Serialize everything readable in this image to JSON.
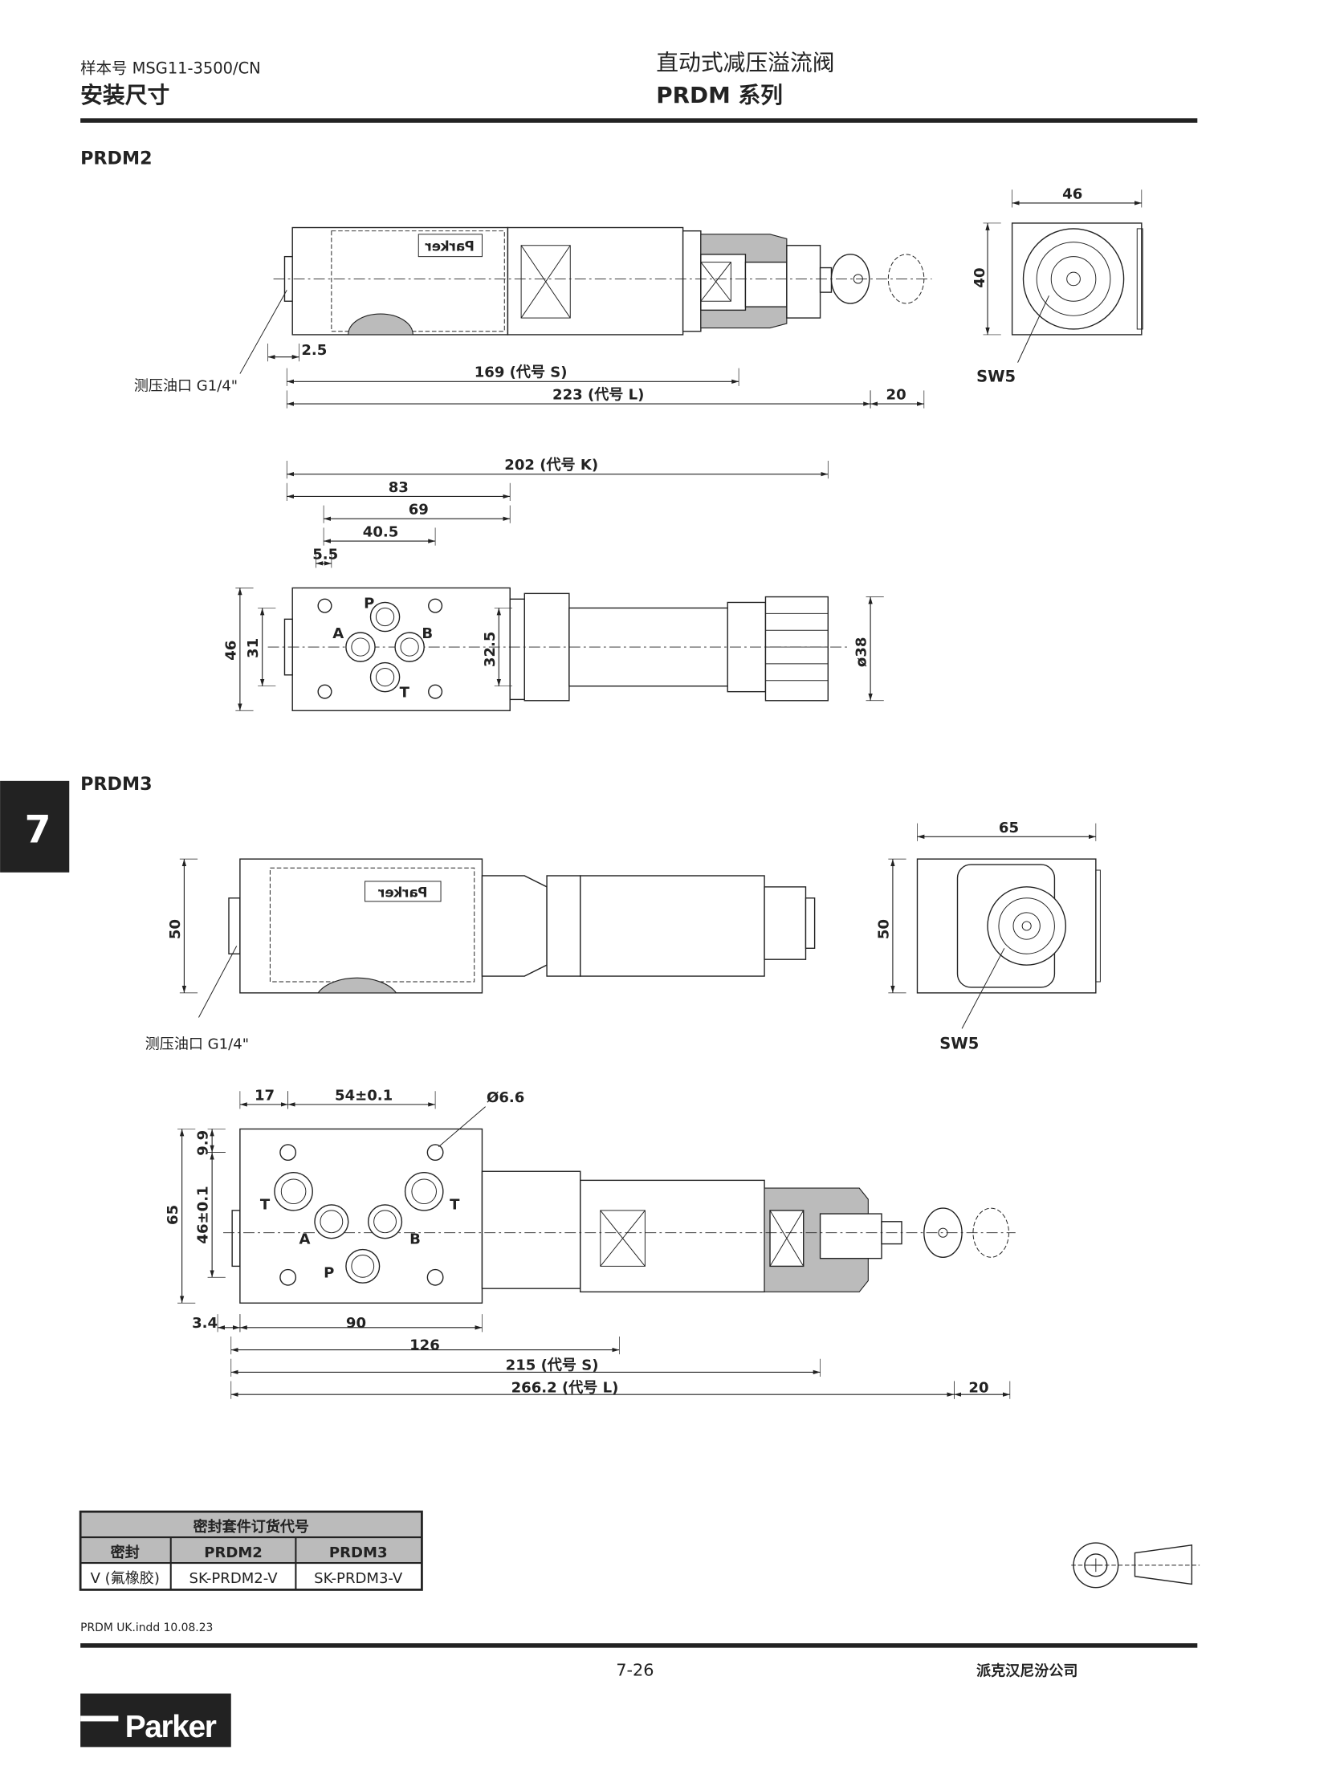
{
  "header": {
    "catalog_no": "样本号 MSG11-3500/CN",
    "section_title": "安装尺寸",
    "product_title": "直动式减压溢流阀",
    "series": "PRDM 系列"
  },
  "side_tab": "7",
  "prdm2": {
    "label": "PRDM2",
    "side_view": {
      "port_label": "测压油口 G1/4\"",
      "dims": {
        "d2_5": "2.5",
        "d169": "169 (代号 S)",
        "d223": "223 (代号 L)",
        "d20": "20"
      }
    },
    "end_view": {
      "width": "46",
      "height": "40",
      "sw": "SW5"
    },
    "top_view": {
      "dims": {
        "d202": "202 (代号 K)",
        "d83": "83",
        "d69": "69",
        "d40_5": "40.5",
        "d5_5": "5.5",
        "d46": "46",
        "d31": "31",
        "d32_5": "32.5",
        "d38": "ø38"
      },
      "ports": {
        "p": "P",
        "a": "A",
        "b": "B",
        "t": "T"
      }
    }
  },
  "prdm3": {
    "label": "PRDM3",
    "side_view": {
      "port_label": "测压油口 G1/4\"",
      "height": "50"
    },
    "end_view": {
      "width": "65",
      "height": "50",
      "sw": "SW5"
    },
    "top_view": {
      "dims": {
        "d17": "17",
        "d54": "54±0.1",
        "d6_6": "Ø6.6",
        "d65": "65",
        "d9_9": "9.9",
        "d46": "46±0.1",
        "d3_4": "3.4",
        "d90": "90",
        "d126": "126",
        "d215": "215 (代号 S)",
        "d266": "266.2 (代号 L)",
        "d20": "20"
      },
      "ports": {
        "t1": "T",
        "t2": "T",
        "a": "A",
        "b": "B",
        "p": "P"
      }
    }
  },
  "seal_table": {
    "title": "密封套件订货代号",
    "headers": [
      "密封",
      "PRDM2",
      "PRDM3"
    ],
    "rows": [
      [
        "V (氟橡胶)",
        "SK-PRDM2-V",
        "SK-PRDM3-V"
      ]
    ]
  },
  "footer": {
    "file_info": "PRDM UK.indd 10.08.23",
    "page": "7-26",
    "company": "派克汉尼汾公司",
    "logo": "Parker"
  }
}
